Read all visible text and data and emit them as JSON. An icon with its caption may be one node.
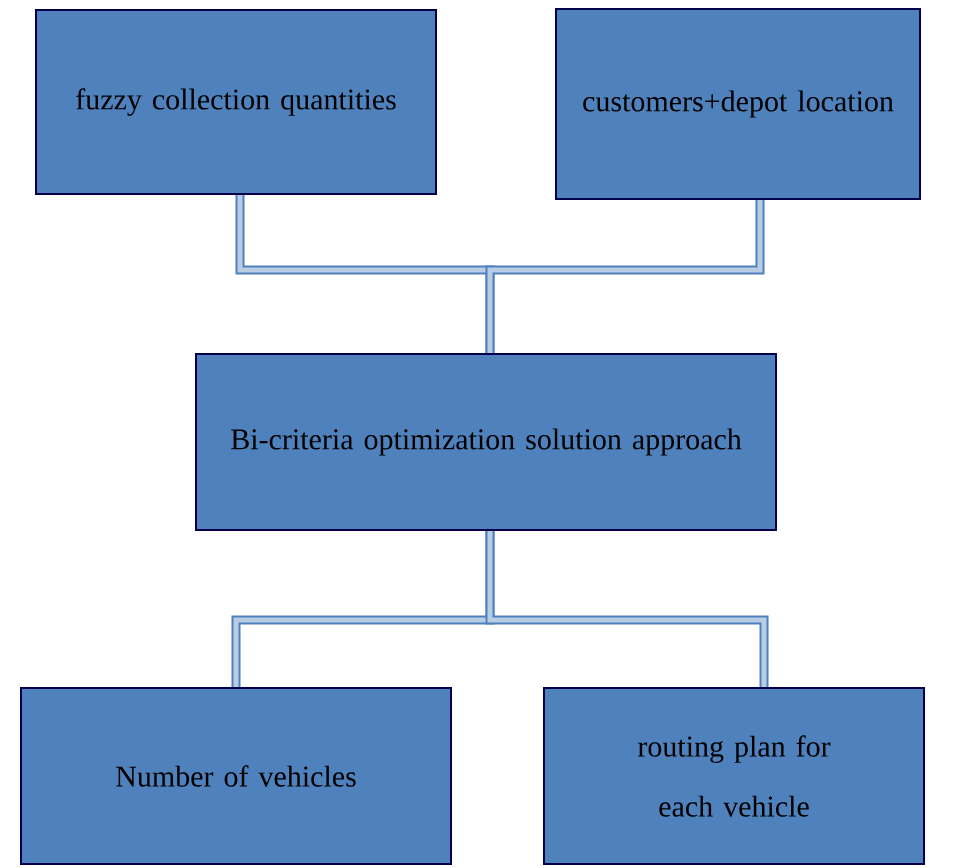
{
  "diagram": {
    "nodes": [
      {
        "text": [
          "fuzzy collection quantities"
        ]
      },
      {
        "text": [
          "customers+depot location"
        ]
      },
      {
        "text": [
          "Bi-criteria optimization solution approach"
        ]
      },
      {
        "text": [
          "Number of vehicles"
        ]
      },
      {
        "text": [
          "routing plan for each vehicle"
        ]
      }
    ],
    "edges": [
      {
        "from": 0,
        "to": 2,
        "arrow": "none"
      },
      {
        "from": 1,
        "to": 2,
        "arrow": "none"
      },
      {
        "from": 2,
        "to": 3,
        "arrow": "none"
      },
      {
        "from": 2,
        "to": 4,
        "arrow": "none"
      }
    ]
  }
}
